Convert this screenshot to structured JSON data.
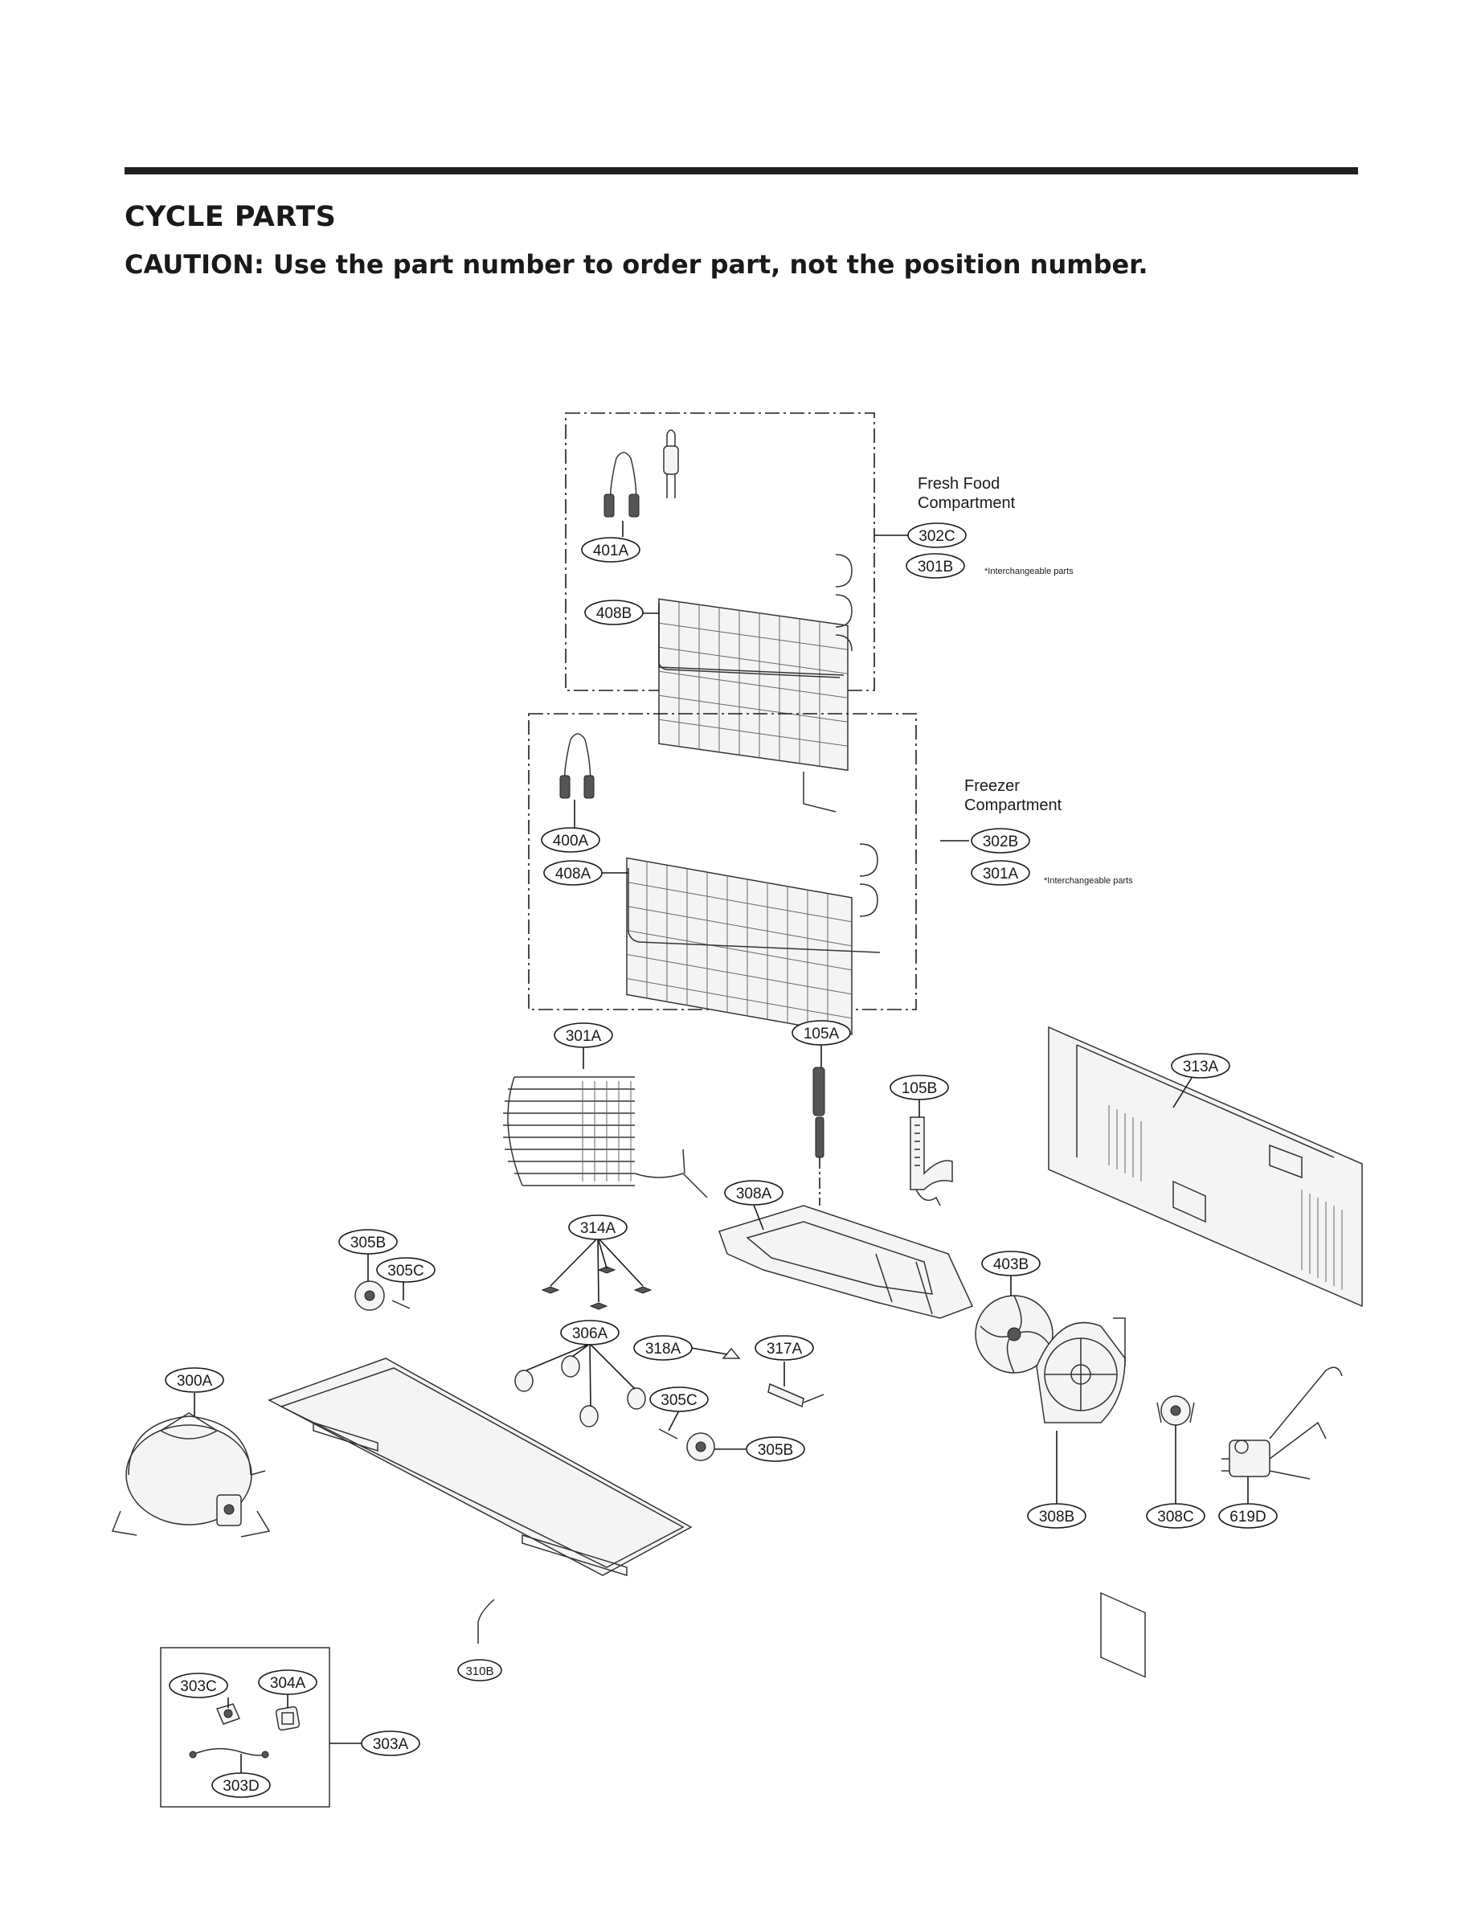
{
  "header": {
    "title": "CYCLE PARTS",
    "caution": "CAUTION: Use the part number to order part, not the position number."
  },
  "compartments": {
    "fresh_food": {
      "line1": "Fresh Food",
      "line2": "Compartment",
      "note": "*Interchangeable parts"
    },
    "freezer": {
      "line1": "Freezer",
      "line2": "Compartment",
      "note": "*Interchangeable parts"
    }
  },
  "labels": {
    "l401A": "401A",
    "l408B": "408B",
    "l302C": "302C",
    "l301B": "301B",
    "l400A": "400A",
    "l408A": "408A",
    "l302B": "302B",
    "l301A_top": "301A",
    "l301A": "301A",
    "l105A": "105A",
    "l105B": "105B",
    "l313A": "313A",
    "l308A": "308A",
    "l314A": "314A",
    "l305B_left": "305B",
    "l305C_left": "305C",
    "l403B": "403B",
    "l306A": "306A",
    "l318A": "318A",
    "l317A": "317A",
    "l300A": "300A",
    "l305C": "305C",
    "l305B": "305B",
    "l308B": "308B",
    "l308C": "308C",
    "l619D": "619D",
    "l310B": "310B",
    "l303C": "303C",
    "l304A": "304A",
    "l303A": "303A",
    "l303D": "303D"
  }
}
